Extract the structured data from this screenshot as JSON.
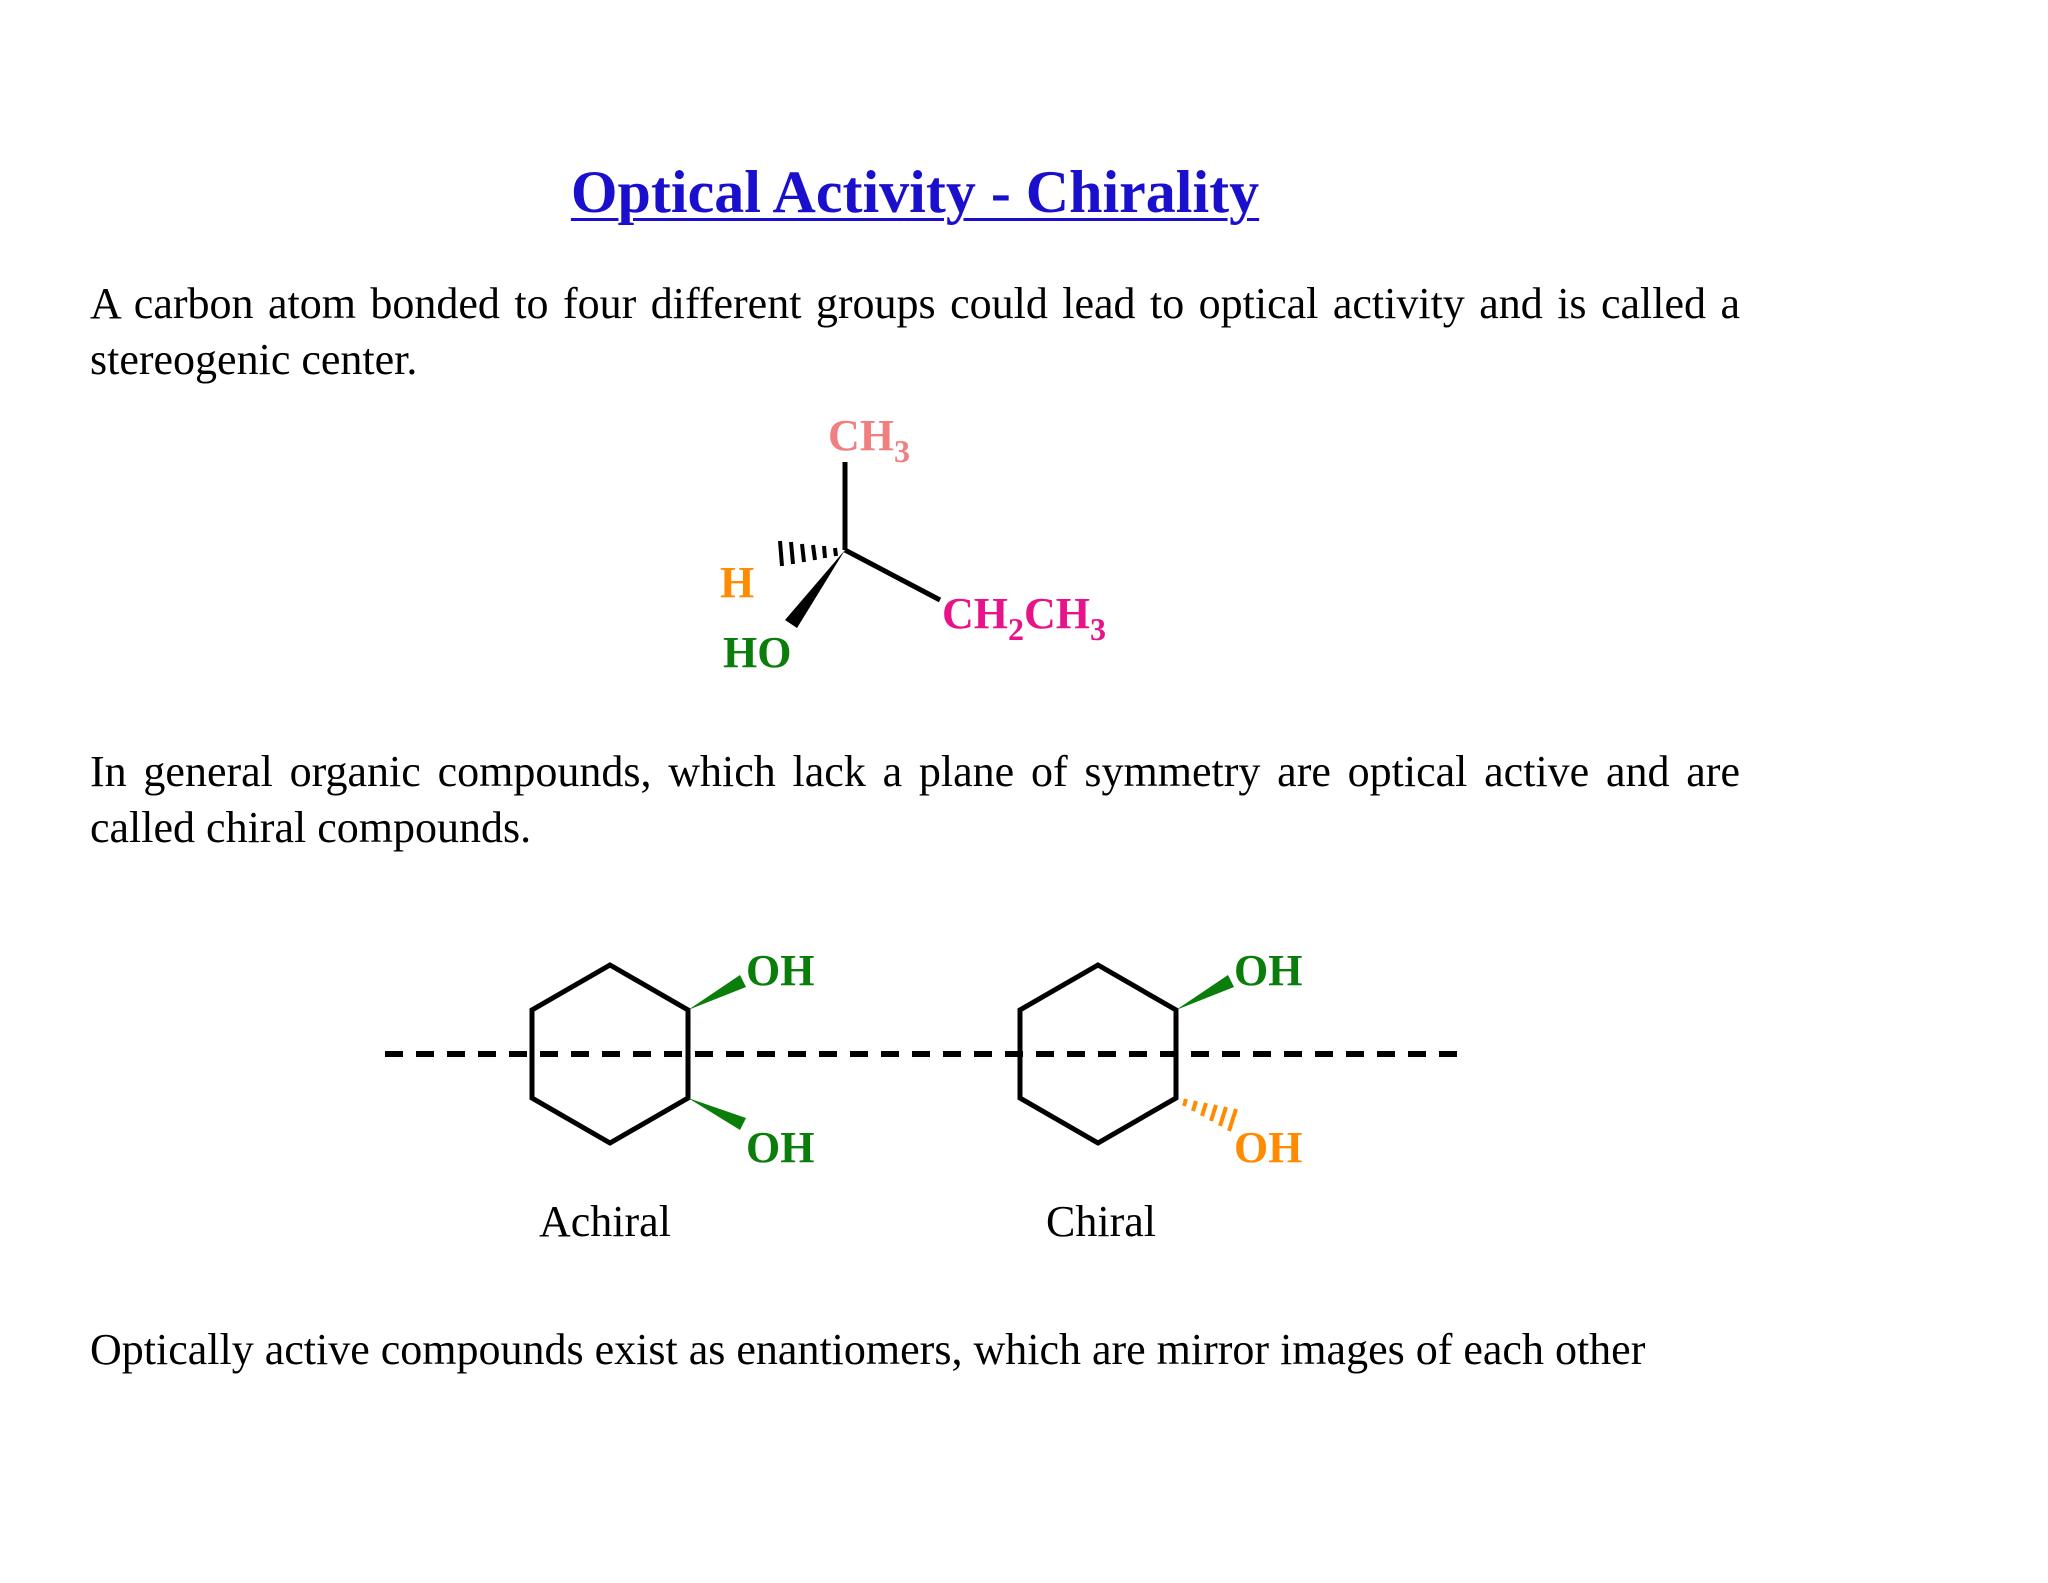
{
  "title": "Optical Activity - Chirality",
  "paragraphs": {
    "stereocenter": "A carbon atom bonded to four different groups could lead to optical activity and is called a stereogenic center.",
    "chiral": "In general organic compounds, which lack a plane of symmetry are optical active and are called chiral compounds.",
    "enantiomers": "Optically active compounds exist as enantiomers, which are mirror images of each other"
  },
  "molecule": {
    "top_group": {
      "main": "CH",
      "sub": "3"
    },
    "left_group": "H",
    "bottom_group": "HO",
    "right_group": {
      "p1": "CH",
      "s1": "2",
      "p2": "CH",
      "s2": "3"
    }
  },
  "rings": {
    "achiral": {
      "top_oh": "OH",
      "bottom_oh": "OH",
      "caption": "Achiral"
    },
    "chiral": {
      "top_oh": "OH",
      "bottom_oh": "OH",
      "caption": "Chiral"
    }
  },
  "colors": {
    "title": "#1a0fcc",
    "methyl": "#f08080",
    "hydrogen": "#ff8c00",
    "hydroxyl": "#0a7d0a",
    "ethyl": "#e8138a",
    "bond": "#000000"
  }
}
